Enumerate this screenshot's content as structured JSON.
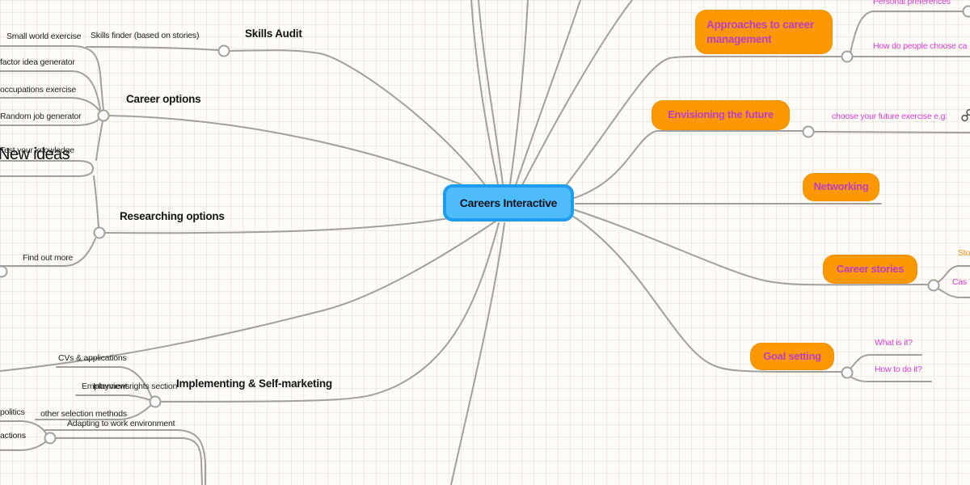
{
  "app": {
    "type": "mind-map"
  },
  "colors": {
    "background": "#fdfcf8",
    "grid_line": "#ece2d2",
    "branch_line": "#a2a09d",
    "center_fill": "#4ebcf8",
    "center_border": "#1d9cf0",
    "topic_fill": "#fb9800",
    "topic_label": "#bb3fc4",
    "leaf_magenta": "#d43bd4",
    "leaf_orange": "#ee8e1e",
    "leaf_dark": "#232323"
  },
  "center": {
    "label": "Careers Interactive"
  },
  "topics": {
    "approaches": "Approaches to career management",
    "envisioning": "Envisioning the future",
    "networking": "Networking",
    "career_stories": "Career stories",
    "goal_setting": "Goal setting"
  },
  "headings": {
    "skills_audit": "Skills Audit",
    "career_options": "Career options",
    "new_ideas": "New ideas",
    "researching": "Researching options",
    "implementing": "Implementing & Self-marketing"
  },
  "leaves": {
    "small_world": "Small world exercise",
    "skills_finder": "Skills finder (based on stories)",
    "factor_idea": "factor idea generator",
    "occupations": "occupations exercise",
    "random_job": "Random job generator",
    "test_knowledge": "Test your knowledge",
    "find_out_more": "Find out more",
    "cvs_applications": "CVs & applications",
    "interviews": "Interviews",
    "employment_rights": "Employment rights section",
    "other_selection": "other selection methods",
    "adapting": "Adapting to work environment",
    "politics": "politics",
    "actions": "actions",
    "personal_preferences": "Personal preferences",
    "how_choose": "How do people choose ca",
    "choose_future": "choose your future exercise e.g:",
    "what_is_it": "What is it?",
    "how_to_do": "How to do it?",
    "sto": "Sto",
    "cas": "Cas"
  },
  "icons": {
    "link": "attachment-link"
  }
}
